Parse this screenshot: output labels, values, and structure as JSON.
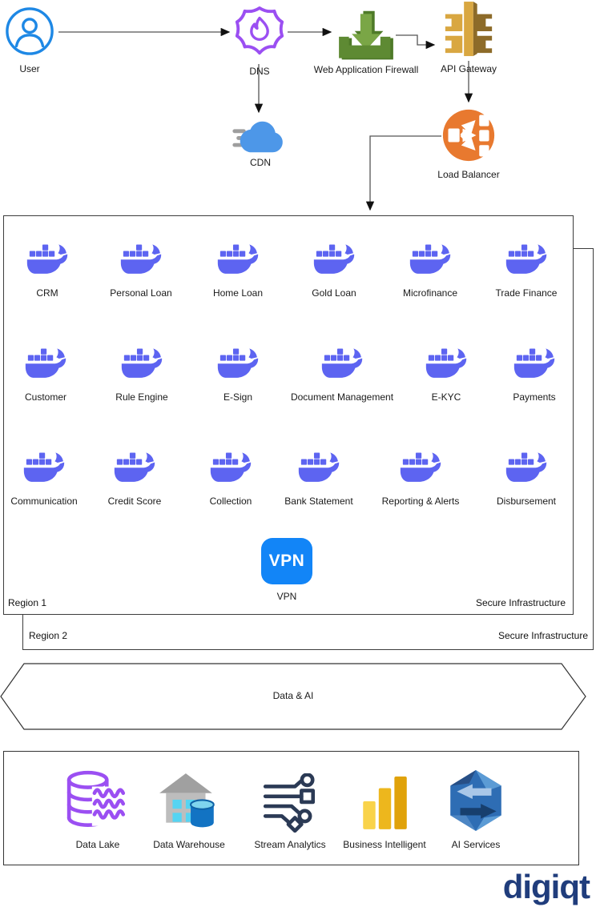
{
  "nodes": {
    "user": {
      "label": "User"
    },
    "dns": {
      "label": "DNS"
    },
    "waf": {
      "label": "Web Application Firewall"
    },
    "api_gateway": {
      "label": "API Gateway"
    },
    "cdn": {
      "label": "CDN"
    },
    "load_balancer": {
      "label": "Load Balancer"
    }
  },
  "region1": {
    "name": "Region 1",
    "secure_label": "Secure Infrastructure",
    "services": [
      [
        "CRM",
        "Personal Loan",
        "Home Loan",
        "Gold Loan",
        "Microfinance",
        "Trade Finance"
      ],
      [
        "Customer",
        "Rule Engine",
        "E-Sign",
        "Document Management",
        "E-KYC",
        "Payments"
      ],
      [
        "Communication",
        "Credit Score",
        "Collection",
        "Bank Statement",
        "Reporting & Alerts",
        "Disbursement"
      ]
    ],
    "vpn": {
      "icon_text": "VPN",
      "label": "VPN"
    }
  },
  "region2": {
    "name": "Region 2",
    "secure_label": "Secure Infrastructure"
  },
  "data_ai_banner": {
    "label": "Data & AI"
  },
  "data_ai_platform": {
    "items": [
      {
        "id": "data-lake",
        "label": "Data Lake"
      },
      {
        "id": "data-warehouse",
        "label": "Data Warehouse"
      },
      {
        "id": "stream-analytics",
        "label": "Stream Analytics"
      },
      {
        "id": "business-intelligent",
        "label": "Business Intelligent"
      },
      {
        "id": "ai-services",
        "label": "AI Services"
      }
    ]
  },
  "logo": {
    "text": "digiqt"
  },
  "colors": {
    "user_blue": "#1e88e5",
    "dns_purple": "#9b4ff2",
    "waf_green": "#7aa646",
    "api_gold": "#d9a741",
    "lb_orange": "#e8792f",
    "cdn_blue": "#4d97e8",
    "docker_blue": "#5d64f1",
    "vpn_blue": "#1285f7",
    "data_lake_purple": "#9b4ff2",
    "stream_navy": "#2b3a55",
    "logo_navy": "#203d7c"
  }
}
